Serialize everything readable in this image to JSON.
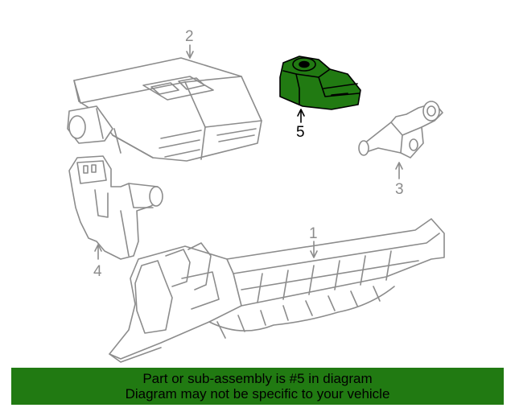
{
  "diagram": {
    "highlight_color": "#217a12",
    "line_color": "#8c8c8c",
    "callouts": {
      "part_1": "1",
      "part_2": "2",
      "part_3": "3",
      "part_4": "4",
      "part_5": "5"
    },
    "highlighted_part": "5"
  },
  "banner": {
    "line1": "Part or sub-assembly is #5 in diagram",
    "line2": "Diagram may not be specific to your vehicle",
    "background": "#217a12"
  }
}
